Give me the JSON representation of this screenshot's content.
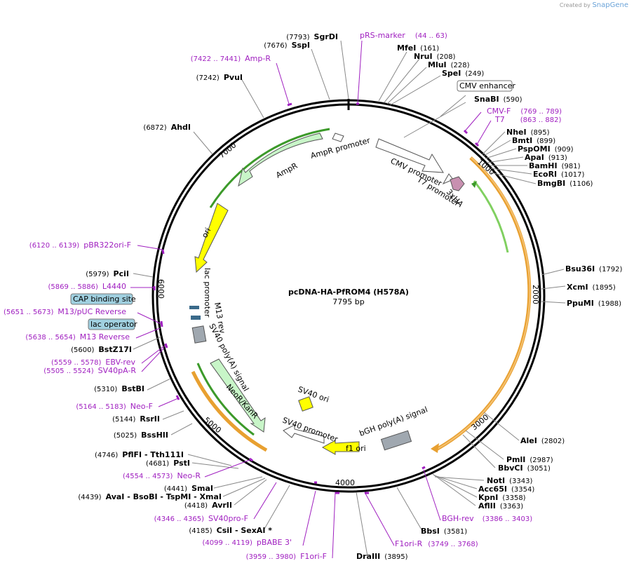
{
  "credit": {
    "prefix": "Created by",
    "brand": "SnapGene"
  },
  "plasmid": {
    "name": "pcDNA-HA-PfROM4 (H578A)",
    "length": "7795 bp"
  },
  "ticks": [
    "1000",
    "2000",
    "3000",
    "4000",
    "5000",
    "6000",
    "7000"
  ],
  "enzymes": [
    {
      "name": "SgrDI",
      "pos": "(7793)"
    },
    {
      "name": "SspI",
      "pos": "(7676)"
    },
    {
      "name": "PvuI",
      "pos": "(7242)"
    },
    {
      "name": "AhdI",
      "pos": "(6872)"
    },
    {
      "name": "PciI",
      "pos": "(5979)"
    },
    {
      "name": "BstZ17I",
      "pos": "(5600)"
    },
    {
      "name": "BstBI",
      "pos": "(5310)"
    },
    {
      "name": "RsrII",
      "pos": "(5144)"
    },
    {
      "name": "BssHII",
      "pos": "(5025)"
    },
    {
      "name": "PflFI - Tth111I",
      "pos": "(4746)"
    },
    {
      "name": "PstI",
      "pos": "(4681)"
    },
    {
      "name": "SmaI",
      "pos": "(4441)"
    },
    {
      "name": "AvaI - BsoBI - TspMI - XmaI",
      "pos": "(4439)"
    },
    {
      "name": "AvrII",
      "pos": "(4418)"
    },
    {
      "name": "CsiI - SexAI *",
      "pos": "(4185)"
    },
    {
      "name": "DraIII",
      "pos": "(3895)"
    },
    {
      "name": "BbsI",
      "pos": "(3581)"
    },
    {
      "name": "AflII",
      "pos": "(3363)"
    },
    {
      "name": "KpnI",
      "pos": "(3358)"
    },
    {
      "name": "Acc65I",
      "pos": "(3354)"
    },
    {
      "name": "NotI",
      "pos": "(3343)"
    },
    {
      "name": "BbvCI",
      "pos": "(3051)"
    },
    {
      "name": "PmlI",
      "pos": "(2987)"
    },
    {
      "name": "AleI",
      "pos": "(2802)"
    },
    {
      "name": "PpuMI",
      "pos": "(1988)"
    },
    {
      "name": "XcmI",
      "pos": "(1895)"
    },
    {
      "name": "Bsu36I",
      "pos": "(1792)"
    },
    {
      "name": "BmgBI",
      "pos": "(1106)"
    },
    {
      "name": "EcoRI",
      "pos": "(1017)"
    },
    {
      "name": "BamHI",
      "pos": "(981)"
    },
    {
      "name": "ApaI",
      "pos": "(913)"
    },
    {
      "name": "PspOMI",
      "pos": "(909)"
    },
    {
      "name": "BmtI",
      "pos": "(899)"
    },
    {
      "name": "NheI",
      "pos": "(895)"
    },
    {
      "name": "SnaBI",
      "pos": "(590)"
    },
    {
      "name": "SpeI",
      "pos": "(249)"
    },
    {
      "name": "MluI",
      "pos": "(228)"
    },
    {
      "name": "NruI",
      "pos": "(208)"
    },
    {
      "name": "MfeI",
      "pos": "(161)"
    }
  ],
  "primers": [
    {
      "name": "pRS-marker",
      "pos": "(44 .. 63)"
    },
    {
      "name": "Amp-R",
      "pos": "(7422 .. 7441)"
    },
    {
      "name": "pBR322ori-F",
      "pos": "(6120 .. 6139)"
    },
    {
      "name": "L4440",
      "pos": "(5869 .. 5886)"
    },
    {
      "name": "M13/pUC Reverse",
      "pos": "(5651 .. 5673)"
    },
    {
      "name": "M13 Reverse",
      "pos": "(5638 .. 5654)"
    },
    {
      "name": "EBV-rev",
      "pos": "(5559 .. 5578)"
    },
    {
      "name": "SV40pA-R",
      "pos": "(5505 .. 5524)"
    },
    {
      "name": "Neo-F",
      "pos": "(5164 .. 5183)"
    },
    {
      "name": "Neo-R",
      "pos": "(4554 .. 4573)"
    },
    {
      "name": "SV40pro-F",
      "pos": "(4346 .. 4365)"
    },
    {
      "name": "pBABE 3'",
      "pos": "(4099 .. 4119)"
    },
    {
      "name": "F1ori-F",
      "pos": "(3959 .. 3980)"
    },
    {
      "name": "F1ori-R",
      "pos": "(3749 .. 3768)"
    },
    {
      "name": "BGH-rev",
      "pos": "(3386 .. 3403)"
    },
    {
      "name": "CMV-F",
      "pos": "(769 .. 789)"
    },
    {
      "name": "T7",
      "pos": "(863 .. 882)"
    }
  ],
  "boxed": [
    {
      "name": "CMV enhancer"
    },
    {
      "name": "CAP binding site"
    },
    {
      "name": "lac operator"
    }
  ],
  "features": {
    "amp_promoter": "AmpR promoter",
    "ampr": "AmpR",
    "ori": "ori",
    "cmv_promoter": "CMV promoter",
    "t7_promoter": "T7 promoter",
    "ha": "3xHA",
    "lac_promoter": "lac promoter",
    "m13_rev": "M13 rev",
    "sv40_polya": "SV40 poly(A) signal",
    "neor": "NeoR/KanR",
    "sv40_ori": "SV40 ori",
    "sv40_promoter": "SV40 promoter",
    "f1_ori": "f1 ori",
    "bgh": "bGH poly(A) signal"
  },
  "colors": {
    "ampr": "#c8f5c8",
    "ori": "#ffff00",
    "ha": "#c890b0",
    "orf": "#f0a040",
    "orf_green": "#80d060",
    "primer": "#a020c0",
    "boxed_blue": "#a0d0e0",
    "polya": "#a0a8b0"
  }
}
